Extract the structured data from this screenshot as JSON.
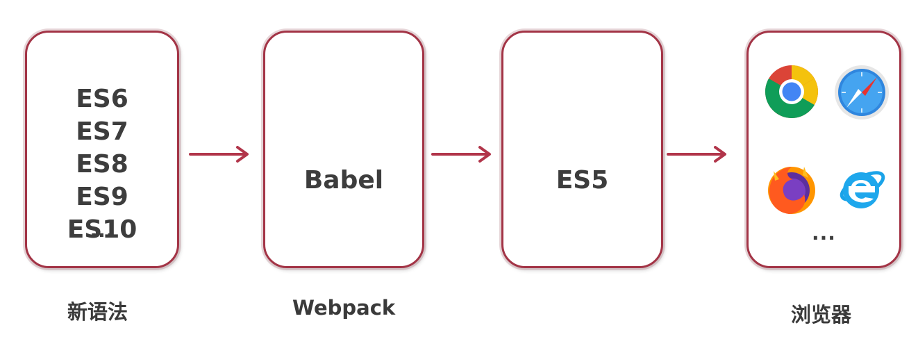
{
  "diagram": {
    "source_box": {
      "items": [
        "ES6",
        "ES7",
        "ES8",
        "ES9",
        "ES10"
      ],
      "ellipsis": "...",
      "caption": "新语法"
    },
    "tool_box": {
      "label": "Babel",
      "caption": "Webpack"
    },
    "output_box": {
      "label": "ES5"
    },
    "browser_box": {
      "icons": [
        "chrome-icon",
        "safari-icon",
        "firefox-icon",
        "internet-explorer-icon"
      ],
      "ellipsis": "...",
      "caption": "浏览器"
    },
    "colors": {
      "border": "#a33446",
      "arrow": "#b1354a",
      "text": "#3d3d3d"
    }
  }
}
